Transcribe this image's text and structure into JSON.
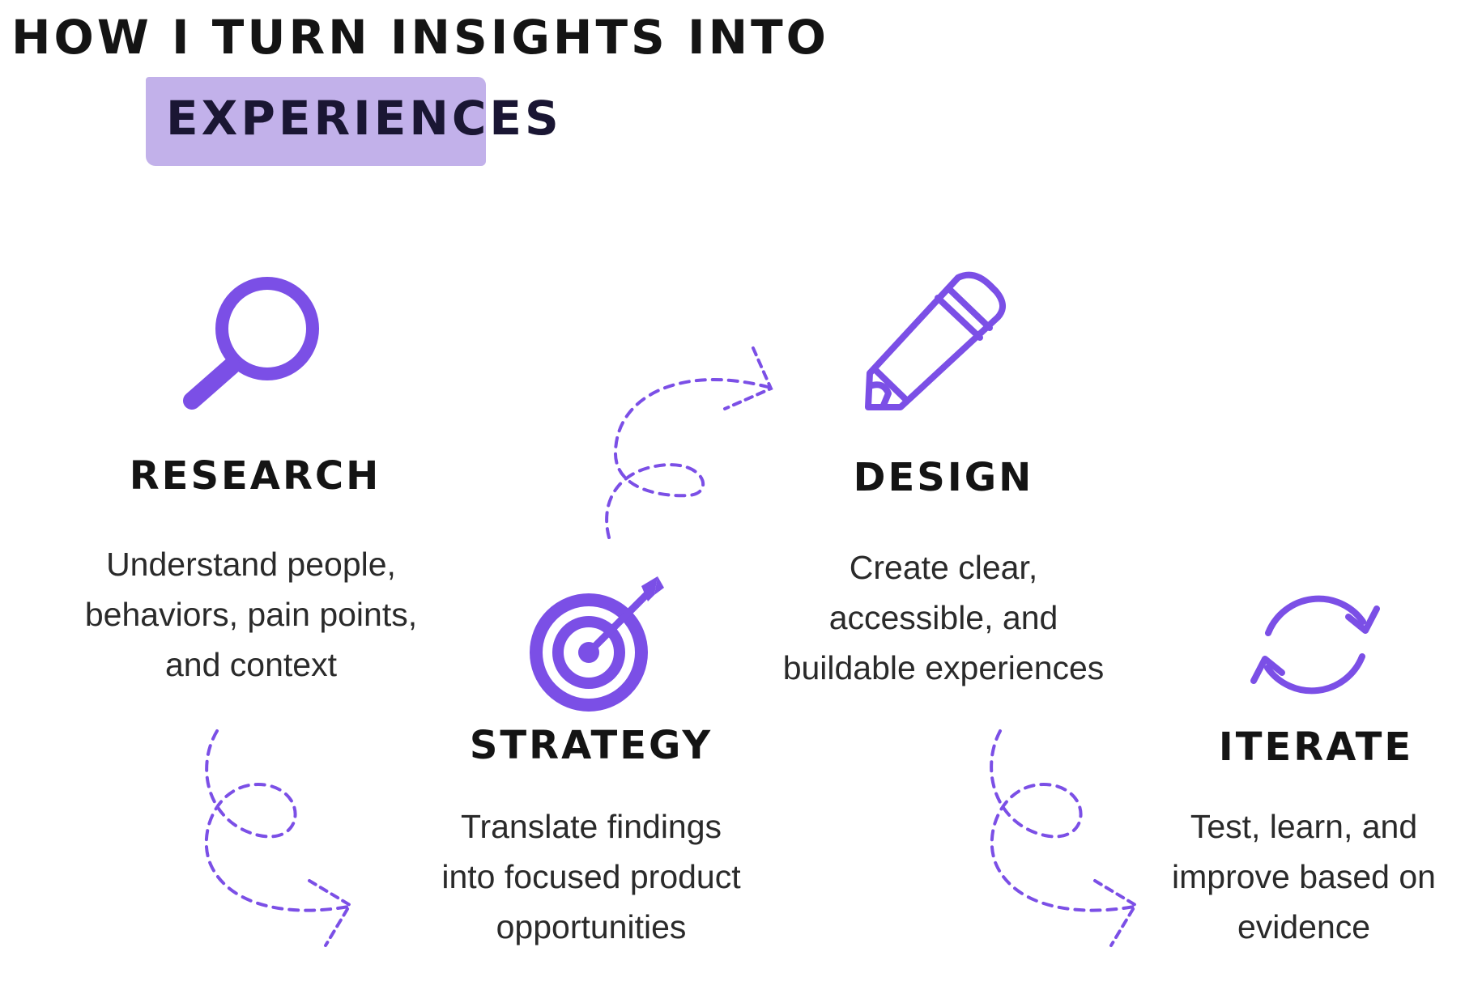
{
  "title": {
    "line1": "HOW I TURN INSIGHTS INTO",
    "line2": "EXPERIENCES"
  },
  "colors": {
    "accent": "#7b4fe6",
    "highlight": "#b7a3e6",
    "text": "#141414"
  },
  "stages": {
    "research": {
      "icon": "magnifying-glass-icon",
      "heading": "RESEARCH",
      "desc": [
        "Understand people,",
        "behaviors, pain points,",
        "and context"
      ]
    },
    "strategy": {
      "icon": "target-icon",
      "heading": "STRATEGY",
      "desc": [
        "Translate findings",
        "into focused product",
        "opportunities"
      ]
    },
    "design": {
      "icon": "pencil-icon",
      "heading": "DESIGN",
      "desc": [
        "Create clear,",
        "accessible, and",
        "buildable experiences"
      ]
    },
    "iterate": {
      "icon": "refresh-cycle-icon",
      "heading": "ITERATE",
      "desc": [
        "Test, learn, and",
        "improve based on",
        "evidence"
      ]
    }
  },
  "connectors": [
    "research-to-strategy-arrow",
    "strategy-to-design-arrow",
    "design-to-iterate-arrow"
  ]
}
